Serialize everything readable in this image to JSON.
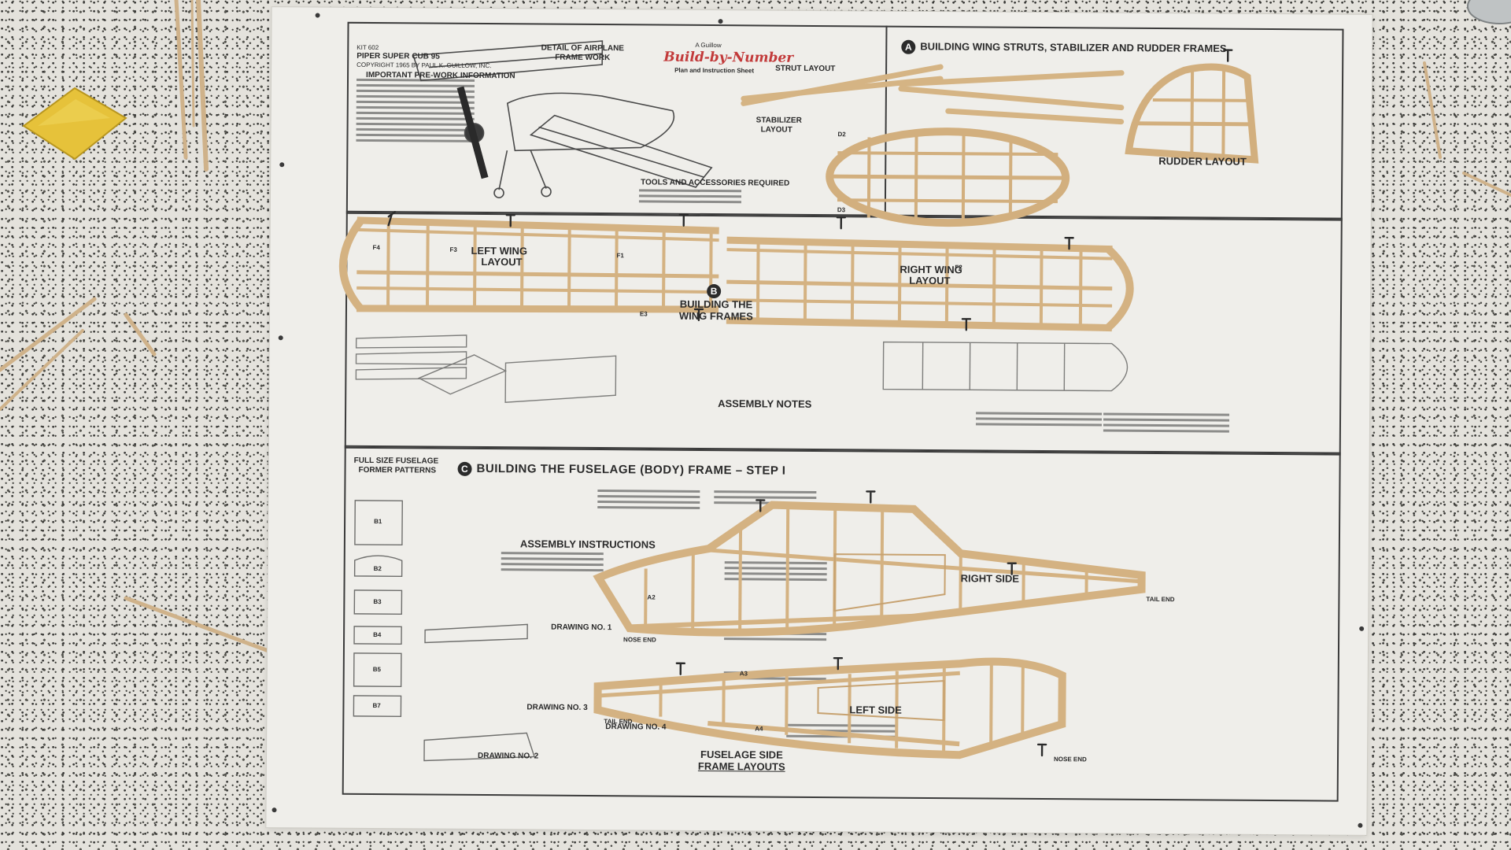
{
  "sheet": {
    "kit": "KIT 602",
    "model": "PIPER SUPER CUB 95",
    "copyright": "COPYRIGHT 1965 BY PAUL K. GUILLOW, INC.",
    "prework_title": "IMPORTANT PRE-WORK INFORMATION",
    "detail_title_1": "DETAIL OF AIRPLANE",
    "detail_title_2": "FRAME WORK",
    "brand_a": "A Guillow",
    "brand_logo": "Build-by-Number",
    "brand_sub": "Plan and Instruction Sheet",
    "tools_title": "TOOLS AND ACCESSORIES REQUIRED",
    "section_a": {
      "letter": "A",
      "title": "BUILDING WING STRUTS, STABILIZER AND RUDDER FRAMES"
    },
    "strut_layout": "STRUT LAYOUT",
    "stabilizer_layout_1": "STABILIZER",
    "stabilizer_layout_2": "LAYOUT",
    "rudder_layout": "RUDDER LAYOUT",
    "left_wing_1": "LEFT WING",
    "left_wing_2": "LAYOUT",
    "right_wing_1": "RIGHT WING",
    "right_wing_2": "LAYOUT",
    "section_b": {
      "letter": "B",
      "title_1": "BUILDING THE",
      "title_2": "WING FRAMES"
    },
    "assembly_notes": "ASSEMBLY NOTES",
    "full_size_1": "FULL SIZE FUSELAGE",
    "full_size_2": "FORMER PATTERNS",
    "section_c": {
      "letter": "C",
      "title": "BUILDING THE FUSELAGE (BODY) FRAME – STEP I"
    },
    "assembly_instructions": "ASSEMBLY INSTRUCTIONS",
    "drawing_1": "DRAWING NO. 1",
    "drawing_2": "DRAWING NO. 2",
    "drawing_3": "DRAWING NO. 3",
    "drawing_4": "DRAWING NO. 4",
    "right_side": "RIGHT SIDE",
    "left_side": "LEFT SIDE",
    "nose_end": "NOSE END",
    "tail_end": "TAIL END",
    "fuselage_layouts_1": "FUSELAGE SIDE",
    "fuselage_layouts_2": "FRAME LAYOUTS",
    "part_labels": {
      "f1": "F1",
      "f2": "F2",
      "f3": "F3",
      "f4": "F4",
      "e3": "E3",
      "d2": "D2",
      "d3": "D3",
      "a2": "A2",
      "a3": "A3",
      "a4": "A4",
      "b1": "B1",
      "b2": "B2",
      "b3": "B3",
      "b4": "B4",
      "b5": "B5",
      "b7": "B7"
    }
  },
  "colors": {
    "paper": "#efeeea",
    "balsa": "#d8b98a",
    "balsa_dark": "#b8935f",
    "ink": "#2a2a2a",
    "logo_red": "#c23a3a",
    "foam": "#e4e2dc"
  }
}
